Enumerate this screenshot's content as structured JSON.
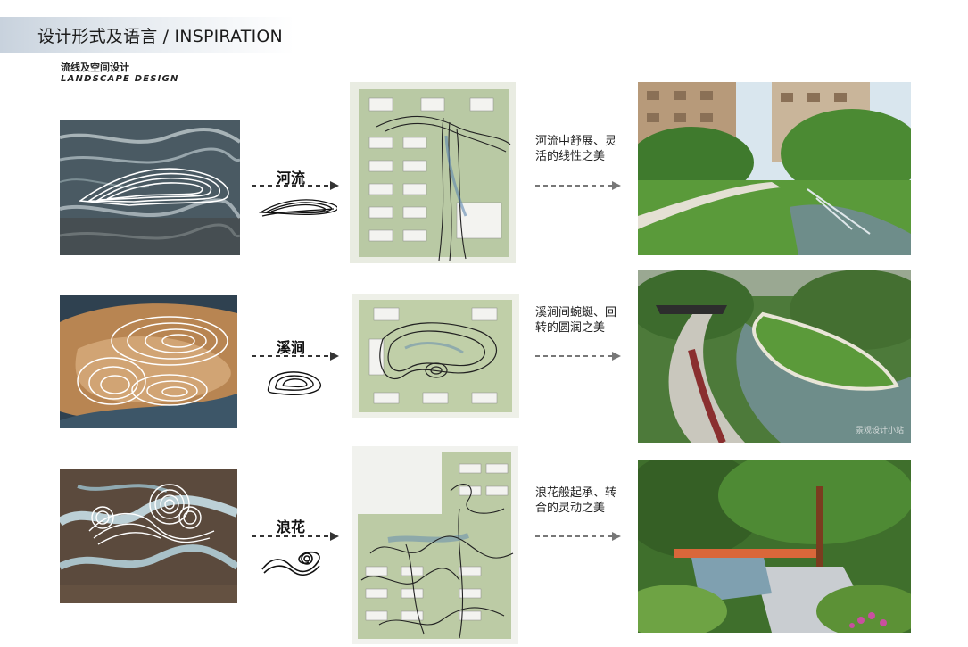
{
  "header": {
    "title": "设计形式及语言 / INSPIRATION",
    "subtitle_cn": "流线及空间设计",
    "subtitle_en": "LANDSCAPE DESIGN"
  },
  "rows": [
    {
      "keyword": "河流",
      "description": "河流中舒展、灵活的线性之美"
    },
    {
      "keyword": "溪涧",
      "description": "溪涧间蜿蜒、回转的圆润之美"
    },
    {
      "keyword": "浪花",
      "description": "浪花般起承、转合的灵动之美"
    }
  ],
  "watermark": "景观设计小站",
  "colors": {
    "title_bar": "#c8d2dd",
    "arrow": "#555555",
    "lawn": "#5a9a3a",
    "water": "#6e8d8a"
  }
}
